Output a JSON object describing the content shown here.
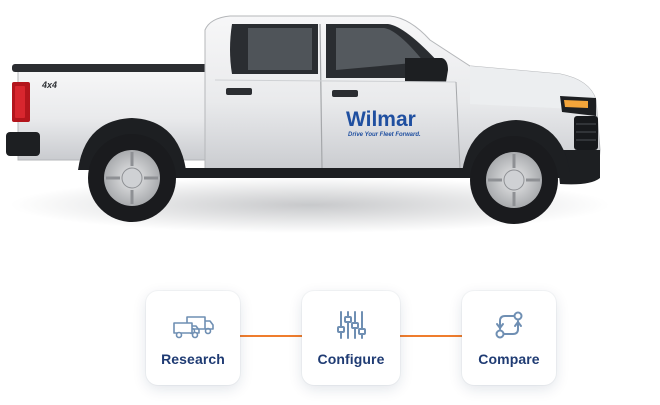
{
  "brand": {
    "logo_text": "Wilmar",
    "tagline": "Drive Your Fleet Forward.",
    "badge": "4x4",
    "accent_color": "#ef7d2d",
    "primary_color": "#1f3b73"
  },
  "steps": [
    {
      "label": "Research",
      "icon": "trucks-icon"
    },
    {
      "label": "Configure",
      "icon": "sliders-icon"
    },
    {
      "label": "Compare",
      "icon": "compare-arrows-icon"
    }
  ]
}
